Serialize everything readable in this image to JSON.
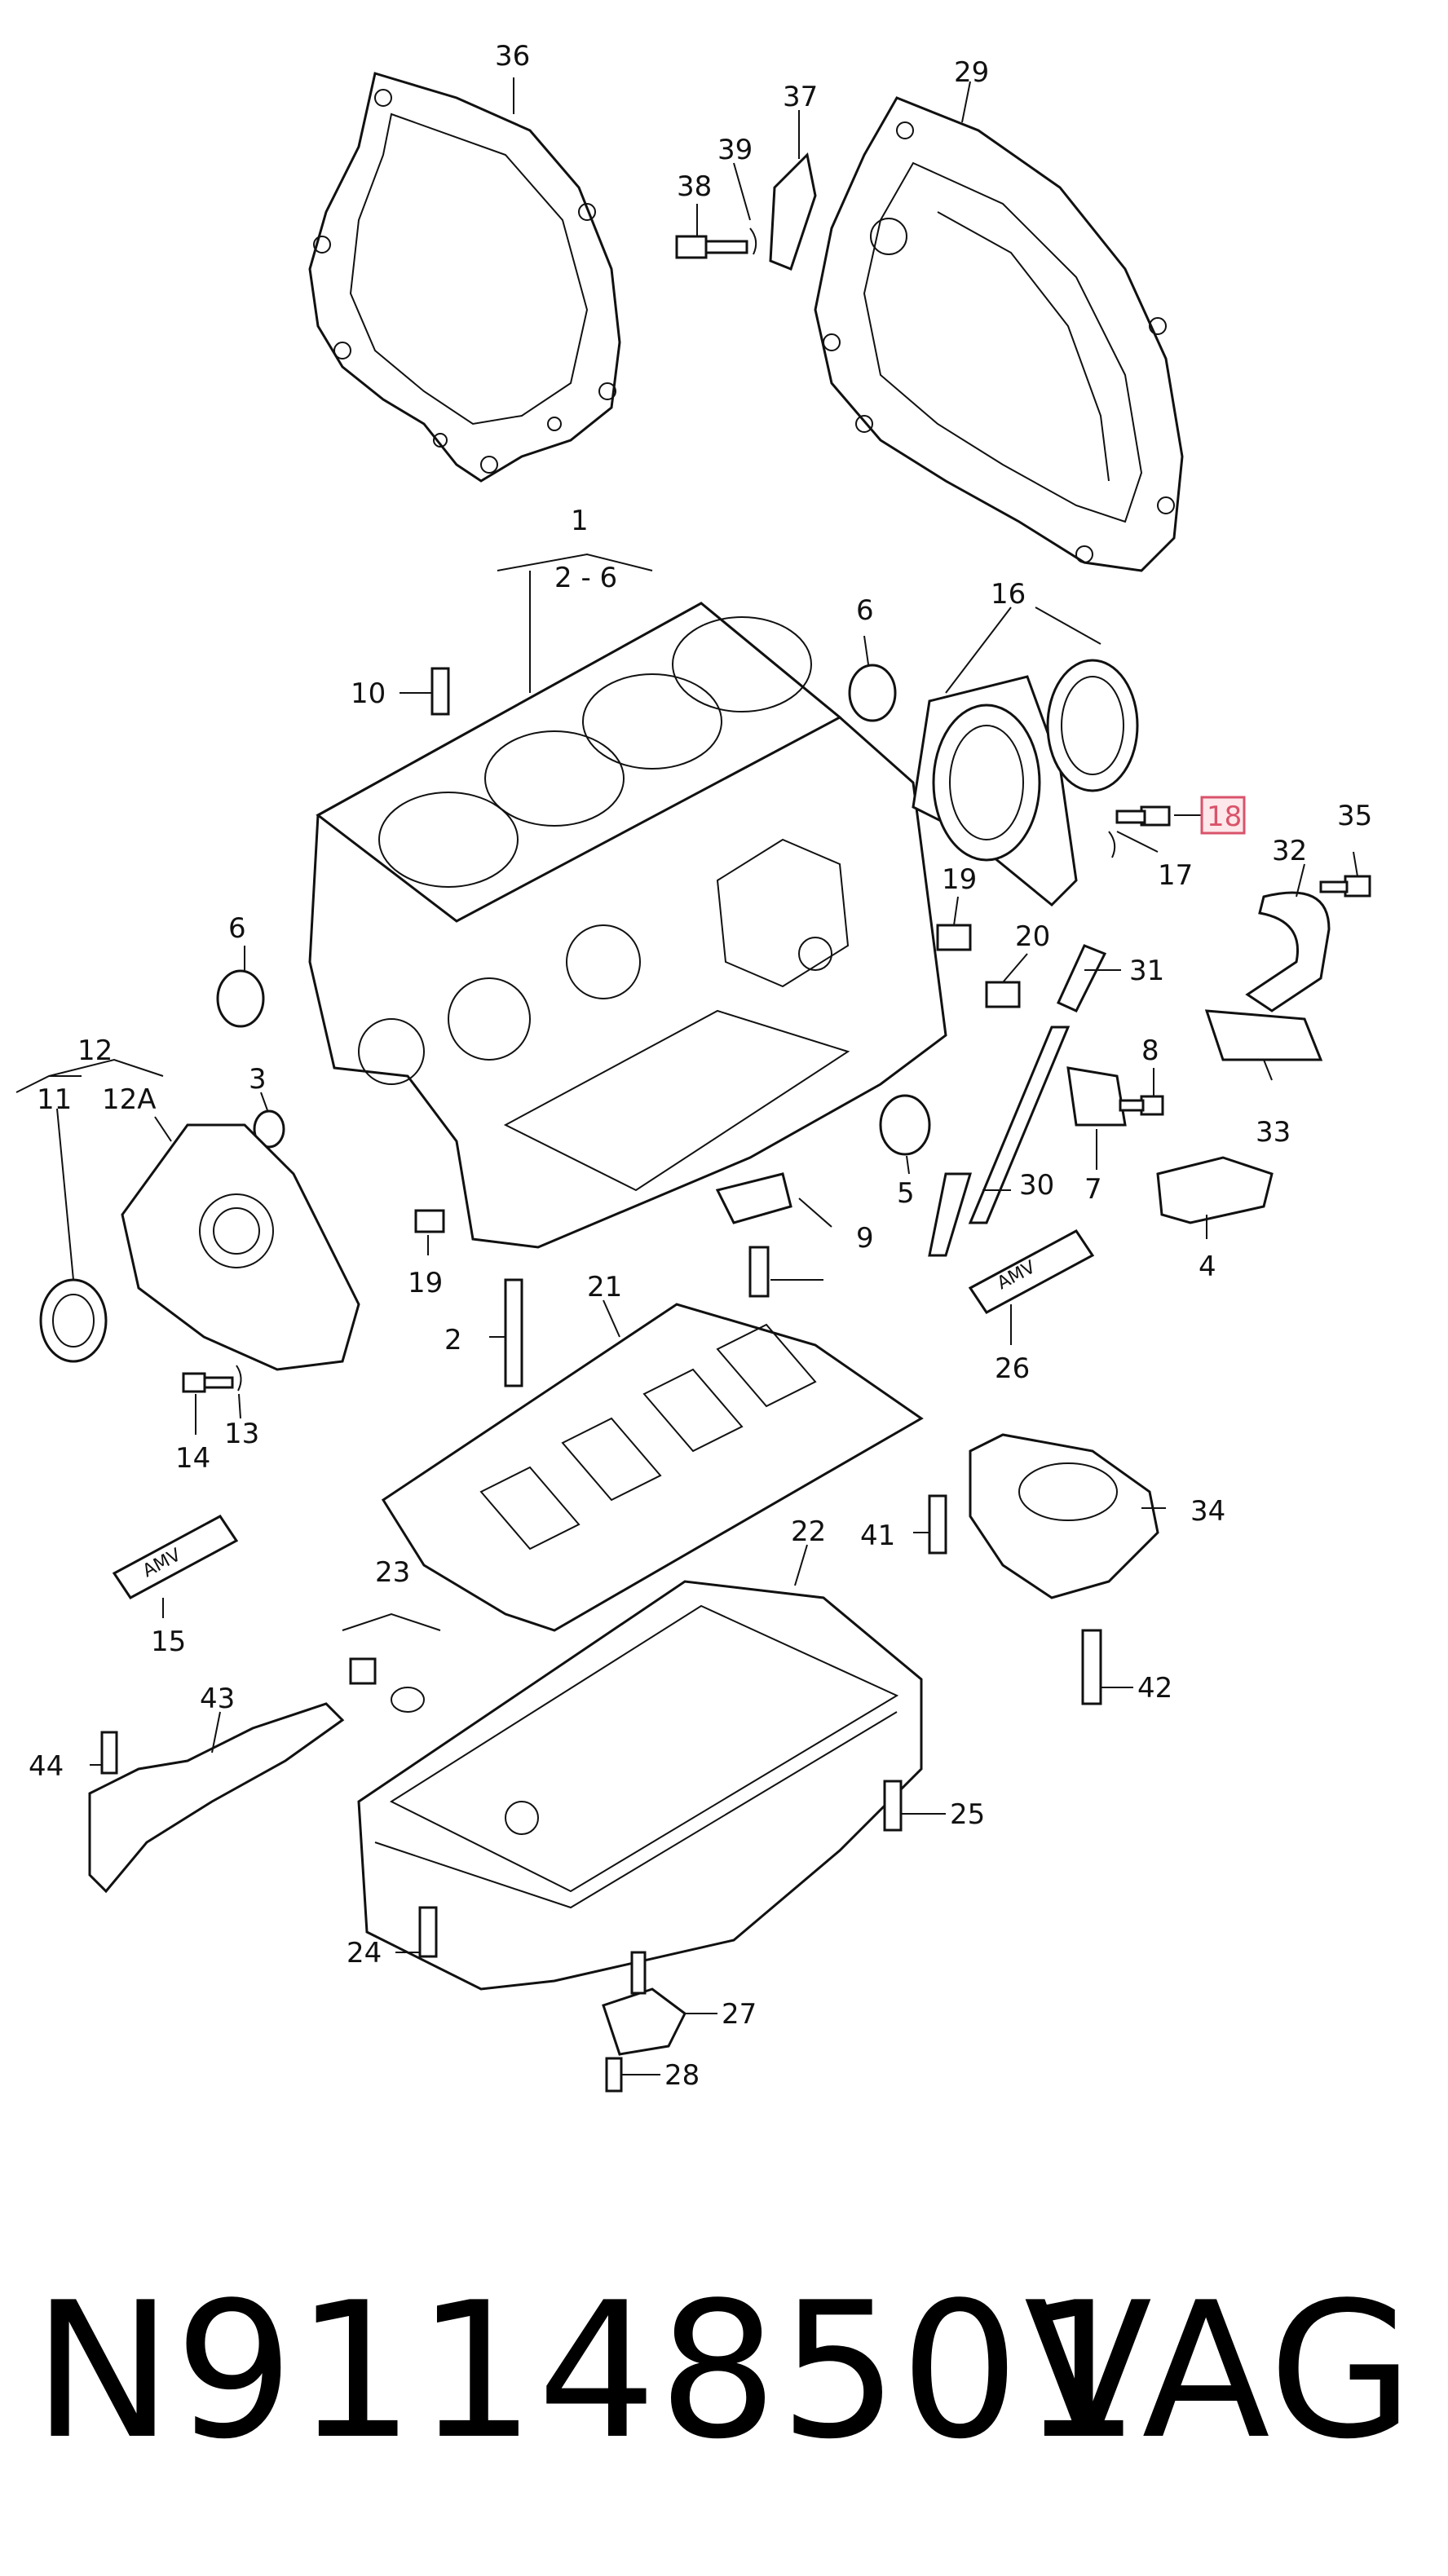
{
  "callouts": {
    "c1": "1",
    "c2_6": "2 - 6",
    "c2": "2",
    "c3": "3",
    "c4": "4",
    "c5": "5",
    "c6a": "6",
    "c6b": "6",
    "c7": "7",
    "c8": "8",
    "c9": "9",
    "c10": "10",
    "c11": "11",
    "c12": "12",
    "c12a": "12A",
    "c13": "13",
    "c14": "14",
    "c15": "15",
    "c16": "16",
    "c17": "17",
    "c18": "18",
    "c19a": "19",
    "c19b": "19",
    "c20": "20",
    "c21": "21",
    "c22": "22",
    "c23": "23",
    "c24": "24",
    "c25": "25",
    "c26": "26",
    "c27": "27",
    "c28": "28",
    "c29": "29",
    "c30": "30",
    "c31": "31",
    "c32": "32",
    "c33": "33",
    "c34": "34",
    "c35": "35",
    "c36": "36",
    "c37": "37",
    "c38": "38",
    "c39": "39",
    "c41": "41",
    "c42": "42",
    "c43": "43",
    "c44": "44"
  },
  "tube_labels": {
    "amv_a": "AMV",
    "amv_b": "AMV"
  },
  "highlight": {
    "callout": "18",
    "color": "#d9536a"
  },
  "footer": {
    "part_number": "N91148501",
    "brand": "VAG"
  }
}
